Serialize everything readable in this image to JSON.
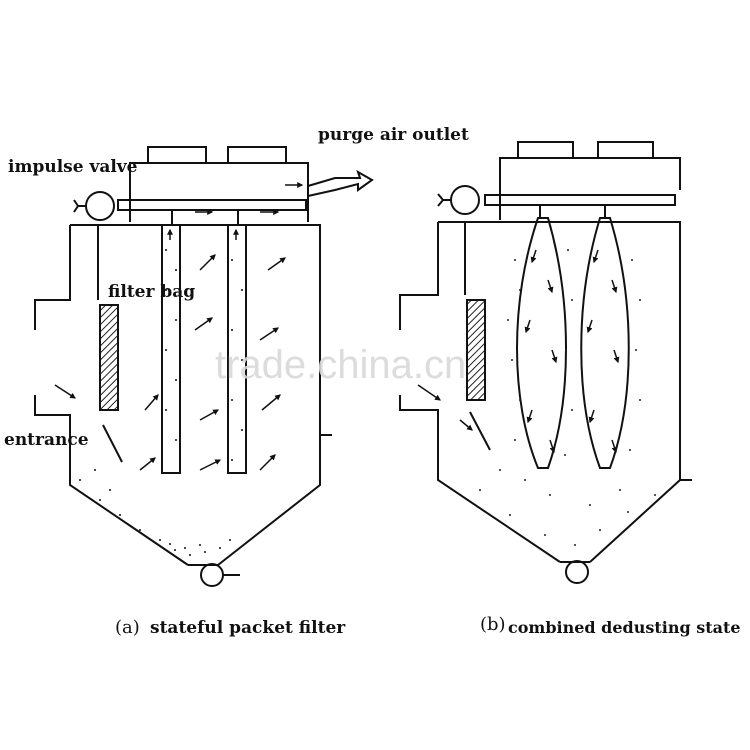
{
  "labels": {
    "purge_air_outlet": "purge air outlet",
    "impulse_valve": "impulse valve",
    "filter_bag": "filter bag",
    "entrance": "entrance"
  },
  "captions": {
    "a_marker": "(a)",
    "a_text": "stateful packet filter",
    "b_marker": "(b)",
    "b_text": "combined dedusting state"
  },
  "watermark": "trade.china.cn",
  "colors": {
    "ink": "#111111",
    "hatch": "#222222",
    "watermark": "#d9d9d9"
  }
}
